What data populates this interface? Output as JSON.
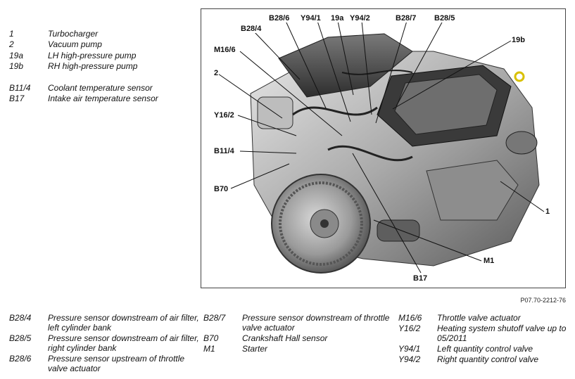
{
  "top_legend": [
    {
      "code": "1",
      "desc": "Turbocharger"
    },
    {
      "code": "2",
      "desc": "Vacuum pump"
    },
    {
      "code": "19a",
      "desc": "LH high-pressure pump"
    },
    {
      "code": "19b",
      "desc": "RH high-pressure pump"
    },
    {
      "code": "B11/4",
      "desc": "Coolant temperature sensor"
    },
    {
      "code": "B17",
      "desc": "Intake air temperature sensor"
    }
  ],
  "callouts": [
    {
      "label": "B28/6"
    },
    {
      "label": "Y94/1"
    },
    {
      "label": "19a"
    },
    {
      "label": "Y94/2"
    },
    {
      "label": "B28/7"
    },
    {
      "label": "B28/5"
    },
    {
      "label": "B28/4"
    },
    {
      "label": "19b"
    },
    {
      "label": "M16/6"
    },
    {
      "label": "2"
    },
    {
      "label": "Y16/2"
    },
    {
      "label": "B11/4"
    },
    {
      "label": "B70"
    },
    {
      "label": "1"
    },
    {
      "label": "M1"
    },
    {
      "label": "B17"
    }
  ],
  "figure_code": "P07.70-2212-76",
  "bottom_legend": {
    "col1": [
      {
        "code": "B28/4",
        "desc": "Pressure sensor downstream of air filter, left cylinder bank"
      },
      {
        "code": "B28/5",
        "desc": "Pressure sensor downstream of air filter, right cylinder bank"
      },
      {
        "code": "B28/6",
        "desc": "Pressure sensor upstream of throttle valve actuator"
      }
    ],
    "col2": [
      {
        "code": "B28/7",
        "desc": "Pressure sensor downstream of throttle valve actuator"
      },
      {
        "code": "B70",
        "desc": "Crankshaft Hall sensor"
      },
      {
        "code": "M1",
        "desc": "Starter"
      }
    ],
    "col3": [
      {
        "code": "M16/6",
        "desc": "Throttle valve actuator"
      },
      {
        "code": "Y16/2",
        "desc": "Heating system shutoff valve up to 05/2011"
      },
      {
        "code": "Y94/1",
        "desc": "Left quantity control valve"
      },
      {
        "code": "Y94/2",
        "desc": "Right quantity control valve"
      }
    ]
  }
}
